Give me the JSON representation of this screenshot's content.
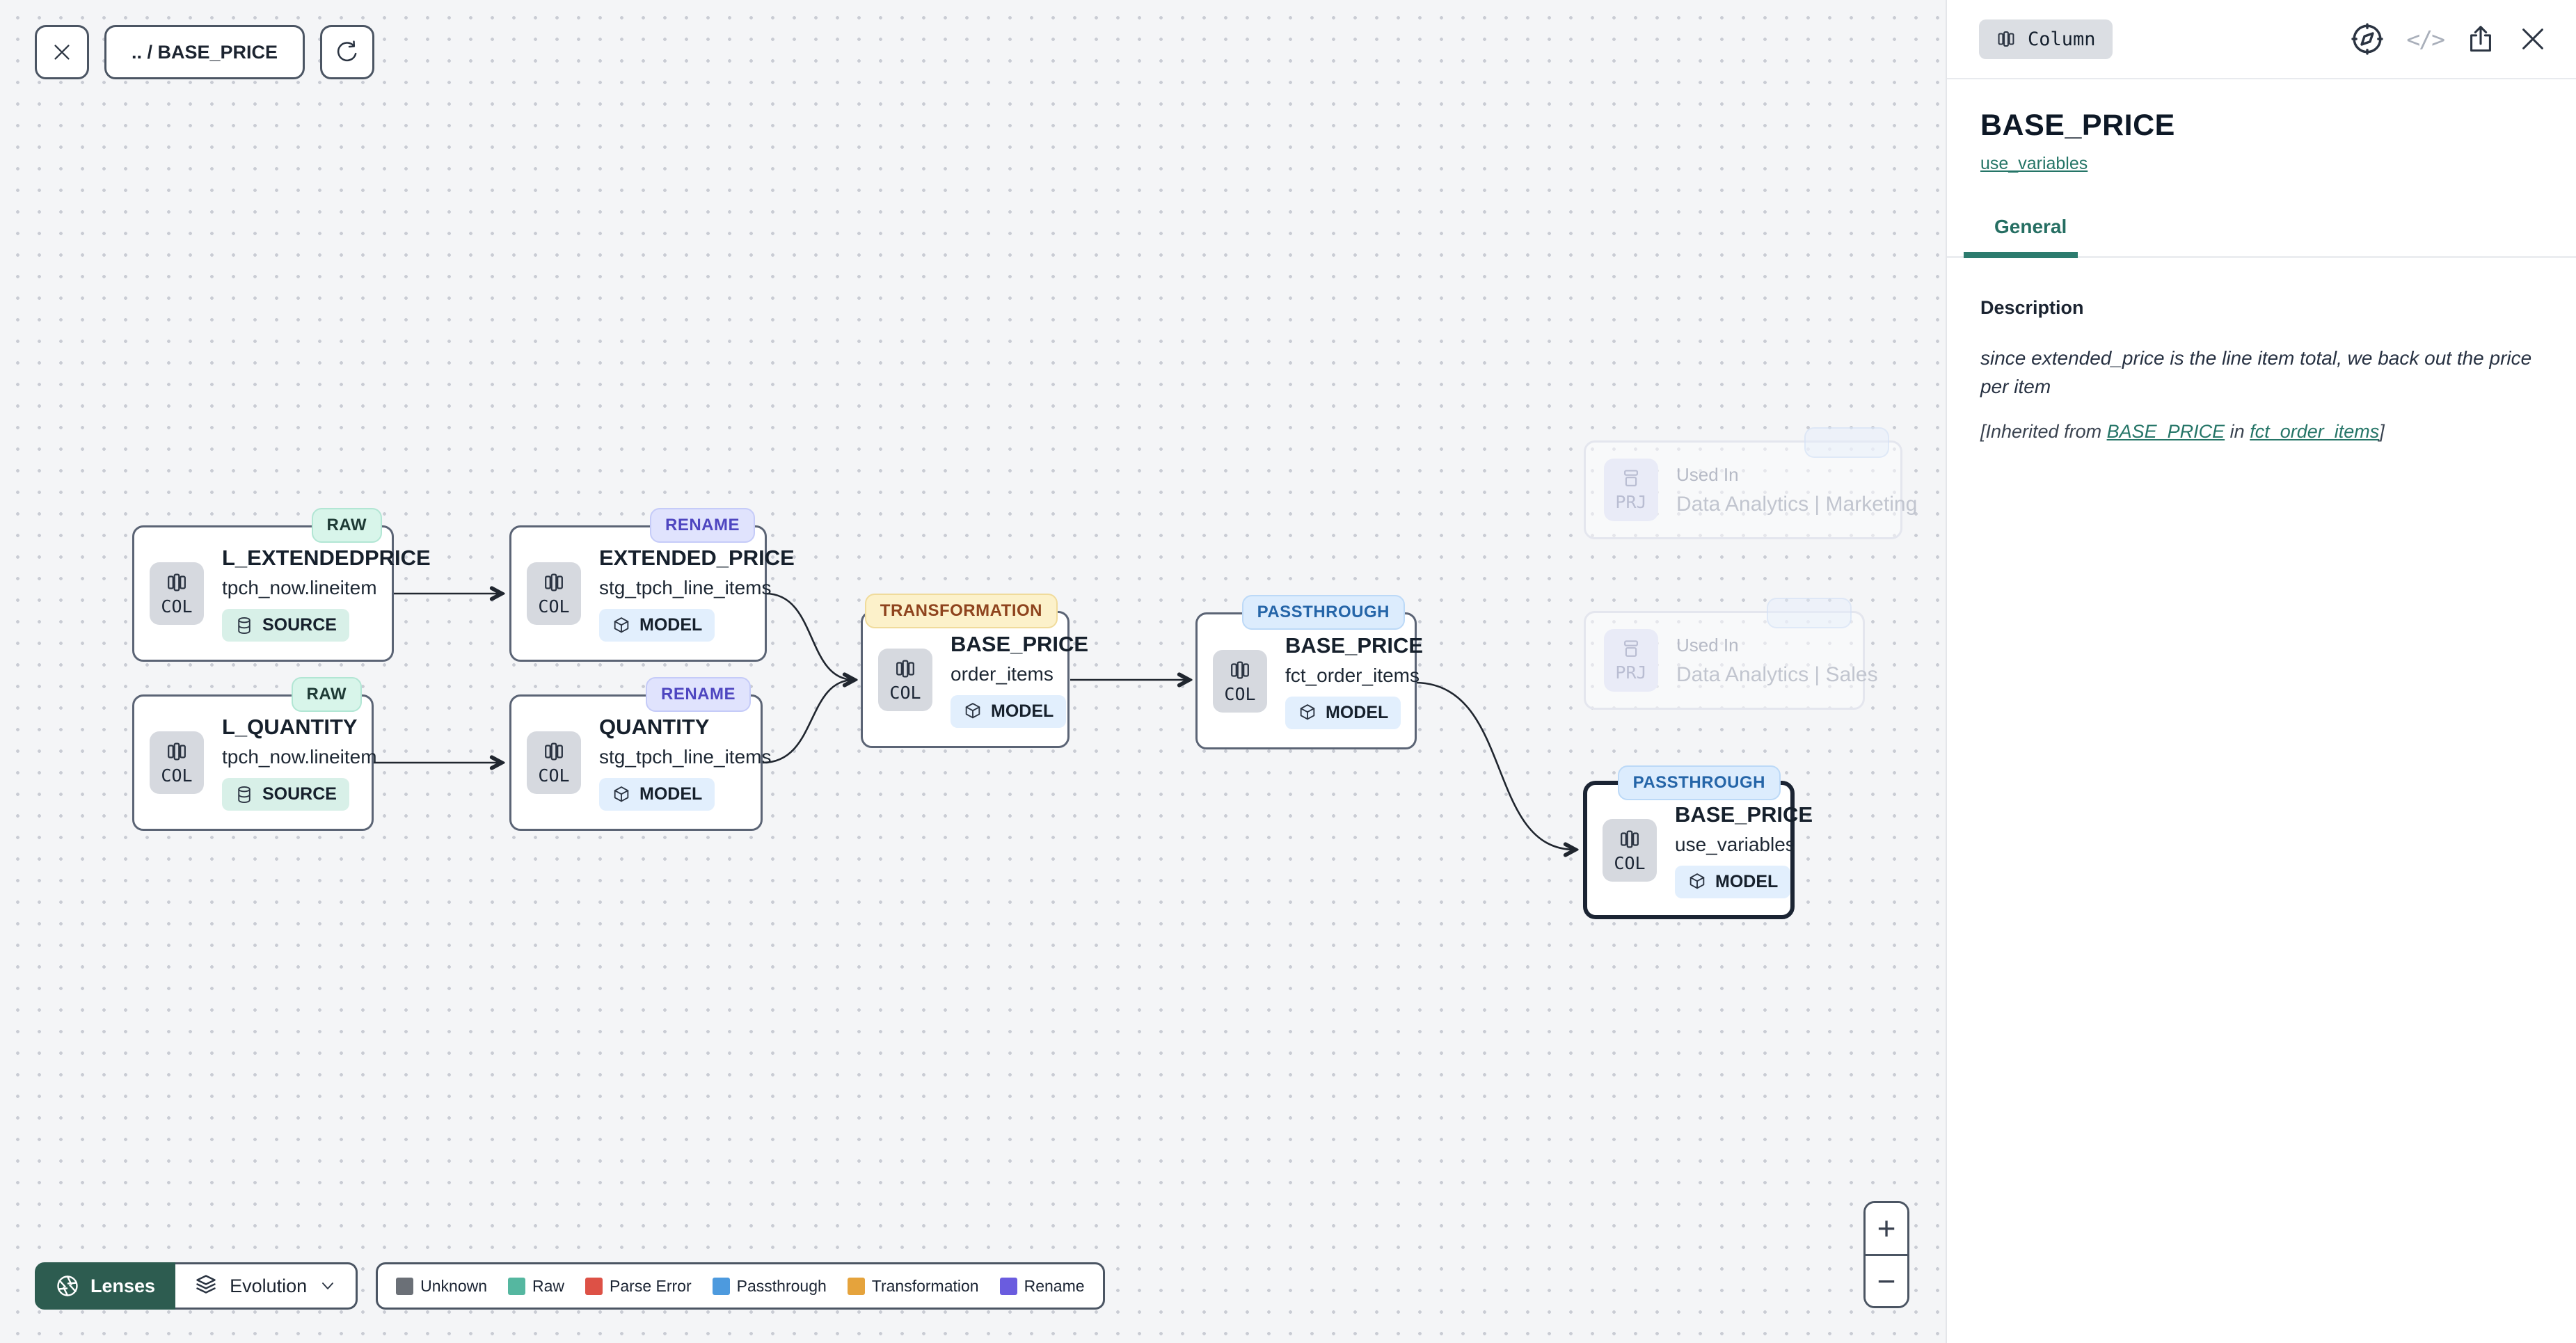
{
  "toolbar": {
    "breadcrumb": ".. / BASE_PRICE"
  },
  "canvas": {
    "nodes": [
      {
        "badge": "RAW",
        "badge_type": "raw",
        "title": "L_EXTENDEDPRICE",
        "subtitle": "tpch_now.lineitem",
        "chip": "SOURCE",
        "chip_type": "source",
        "icon_label": "COL"
      },
      {
        "badge": "RENAME",
        "badge_type": "rename",
        "title": "EXTENDED_PRICE",
        "subtitle": "stg_tpch_line_items",
        "chip": "MODEL",
        "chip_type": "model",
        "icon_label": "COL"
      },
      {
        "badge": "RAW",
        "badge_type": "raw",
        "title": "L_QUANTITY",
        "subtitle": "tpch_now.lineitem",
        "chip": "SOURCE",
        "chip_type": "source",
        "icon_label": "COL"
      },
      {
        "badge": "RENAME",
        "badge_type": "rename",
        "title": "QUANTITY",
        "subtitle": "stg_tpch_line_items",
        "chip": "MODEL",
        "chip_type": "model",
        "icon_label": "COL"
      },
      {
        "badge": "TRANSFORMATION",
        "badge_type": "transformation",
        "title": "BASE_PRICE",
        "subtitle": "order_items",
        "chip": "MODEL",
        "chip_type": "model",
        "icon_label": "COL"
      },
      {
        "badge": "PASSTHROUGH",
        "badge_type": "passthrough",
        "title": "BASE_PRICE",
        "subtitle": "fct_order_items",
        "chip": "MODEL",
        "chip_type": "model",
        "icon_label": "COL"
      },
      {
        "badge": "PASSTHROUGH",
        "badge_type": "passthrough",
        "title": "BASE_PRICE",
        "subtitle": "use_variables",
        "chip": "MODEL",
        "chip_type": "model",
        "icon_label": "COL"
      }
    ],
    "ghost_nodes": [
      {
        "icon_label": "PRJ",
        "label": "Used In",
        "value": "Data Analytics | Marketing"
      },
      {
        "icon_label": "PRJ",
        "label": "Used In",
        "value": "Data Analytics | Sales"
      }
    ],
    "lenses_label": "Lenses",
    "evolution_label": "Evolution",
    "legend": {
      "items": [
        {
          "label": "Unknown",
          "color": "#6b7077"
        },
        {
          "label": "Raw",
          "color": "#55b7a0"
        },
        {
          "label": "Parse Error",
          "color": "#dd5146"
        },
        {
          "label": "Passthrough",
          "color": "#4d9ade"
        },
        {
          "label": "Transformation",
          "color": "#e5a33c"
        },
        {
          "label": "Rename",
          "color": "#6a5cdf"
        }
      ]
    },
    "zoom_in": "+",
    "zoom_out": "−"
  },
  "panel": {
    "type_chip": "Column",
    "code_icon_text": "</>",
    "title": "BASE_PRICE",
    "subtitle_link": "use_variables",
    "tab_general": "General",
    "description_heading": "Description",
    "description_text": "since extended_price is the line item total, we back out the price per item",
    "inherited": {
      "prefix": "[Inherited from ",
      "link_column": "BASE_PRICE",
      "middle": " in ",
      "link_model": "fct_order_items",
      "suffix": "]"
    }
  }
}
